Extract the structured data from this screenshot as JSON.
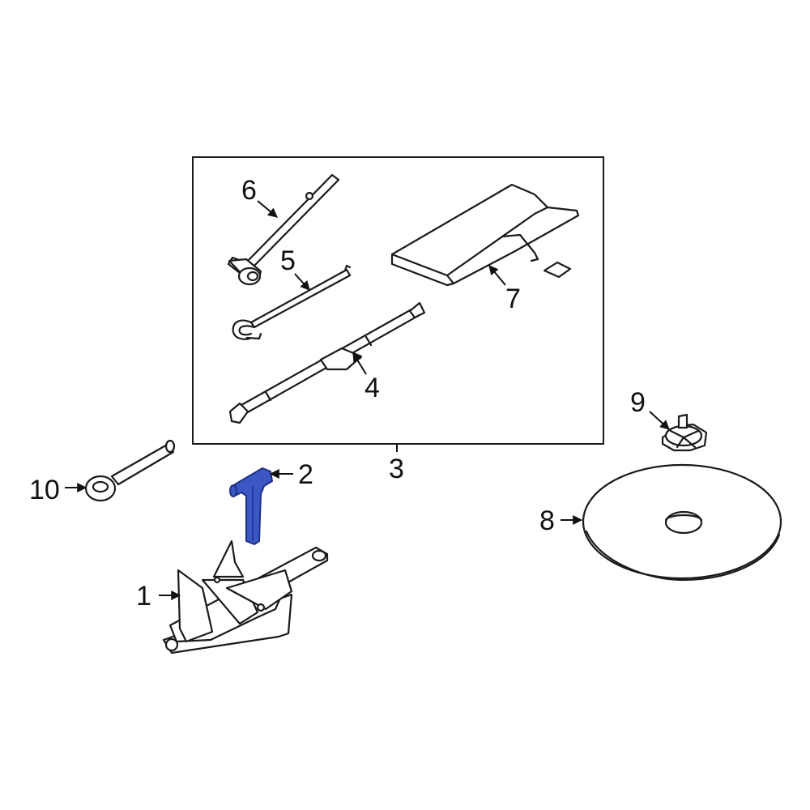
{
  "colors": {
    "line": "#1a1a1a",
    "highlight": "#3a57c4",
    "highlight_stroke": "#1f2f88",
    "background": "#ffffff"
  },
  "callouts": {
    "c1": "1",
    "c2": "2",
    "c3": "3",
    "c4": "4",
    "c5": "5",
    "c6": "6",
    "c7": "7",
    "c8": "8",
    "c9": "9",
    "c10": "10"
  },
  "highlighted_part": "2"
}
